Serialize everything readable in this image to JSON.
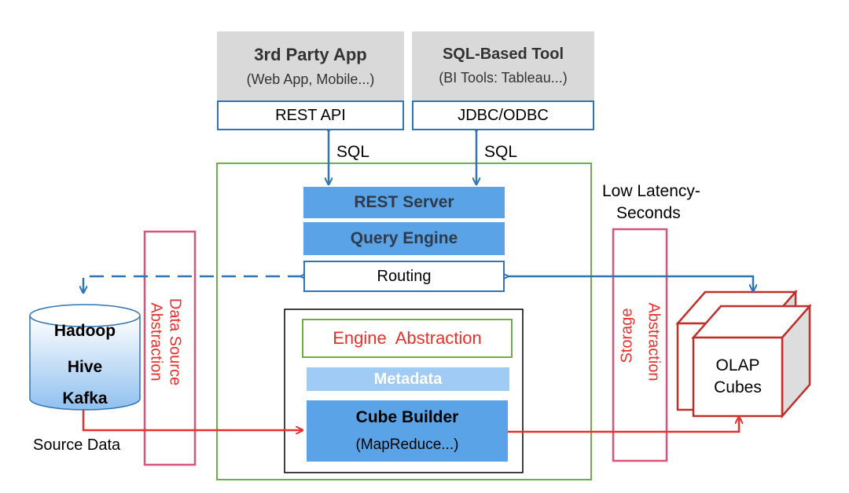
{
  "clients": {
    "third_party": {
      "title": "3rd Party App",
      "subtitle": "(Web App, Mobile...)",
      "api": "REST API"
    },
    "sql_tool": {
      "title": "SQL-Based Tool",
      "subtitle": "(BI Tools: Tableau...)",
      "api": "JDBC/ODBC"
    },
    "link_label_left": "SQL",
    "link_label_right": "SQL"
  },
  "server": {
    "rest_server": "REST Server",
    "query_engine": "Query Engine",
    "routing": "Routing",
    "engine_abstraction": "Engine  Abstraction",
    "metadata": "Metadata",
    "cube_builder": "Cube Builder",
    "cube_builder_sub": "(MapReduce...)"
  },
  "source": {
    "lines": [
      "Hadoop",
      "Hive",
      "Kafka"
    ],
    "caption": "Source Data",
    "abstraction_line1": "Data Source",
    "abstraction_line2": "Abstraction"
  },
  "storage": {
    "abstraction_line1": "Storage",
    "abstraction_line2": "Abstraction",
    "latency_line1": "Low Latency-",
    "latency_line2": "Seconds",
    "cubes_line1": "OLAP",
    "cubes_line2": "Cubes"
  },
  "colors": {
    "blue_arrow": "#2e75b6",
    "red_arrow": "#e8302c",
    "green_border": "#70ad47",
    "pink_border": "#d9537a",
    "cube_border": "#c0302a",
    "bar_blue": "#5aa3e6",
    "bar_light": "#9fcbf4",
    "gray_box": "#d9d9d9"
  }
}
